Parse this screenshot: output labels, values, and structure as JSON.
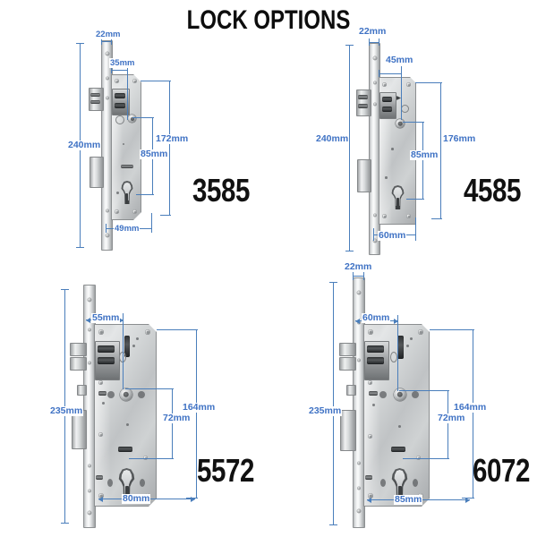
{
  "page": {
    "title": "LOCK OPTIONS",
    "background_color": "#ffffff",
    "dimension_color": "#3f72c4",
    "model_text_color": "#111111"
  },
  "locks": [
    {
      "id": "lock-3585",
      "model": "3585",
      "position": "top-left",
      "dimensions": {
        "faceplate_width": "22mm",
        "backset_top": "35mm",
        "total_length": "240mm",
        "center_to_center": "85mm",
        "fixing_span": "172mm",
        "body_depth": "49mm"
      },
      "labels": [
        "22mm",
        "35mm",
        "240mm",
        "172mm",
        "85mm",
        "49mm"
      ]
    },
    {
      "id": "lock-4585",
      "model": "4585",
      "position": "top-right",
      "dimensions": {
        "faceplate_width": "22mm",
        "backset_top": "45mm",
        "total_length": "240mm",
        "center_to_center": "85mm",
        "fixing_span": "176mm",
        "body_depth": "60mm"
      },
      "labels": [
        "22mm",
        "45mm",
        "240mm",
        "176mm",
        "85mm",
        "60mm"
      ]
    },
    {
      "id": "lock-5572",
      "model": "5572",
      "position": "bottom-left",
      "dimensions": {
        "backset_top": "55mm",
        "total_length": "235mm",
        "center_to_center": "72mm",
        "fixing_span": "164mm",
        "body_depth": "80mm"
      },
      "labels": [
        "55mm",
        "235mm",
        "164mm",
        "72mm",
        "80mm"
      ]
    },
    {
      "id": "lock-6072",
      "model": "6072",
      "position": "bottom-right",
      "dimensions": {
        "faceplate_width": "22mm",
        "backset_top": "60mm",
        "total_length": "235mm",
        "center_to_center": "72mm",
        "fixing_span": "164mm",
        "body_depth": "85mm"
      },
      "labels": [
        "22mm",
        "60mm",
        "235mm",
        "164mm",
        "72mm",
        "85mm"
      ]
    }
  ]
}
